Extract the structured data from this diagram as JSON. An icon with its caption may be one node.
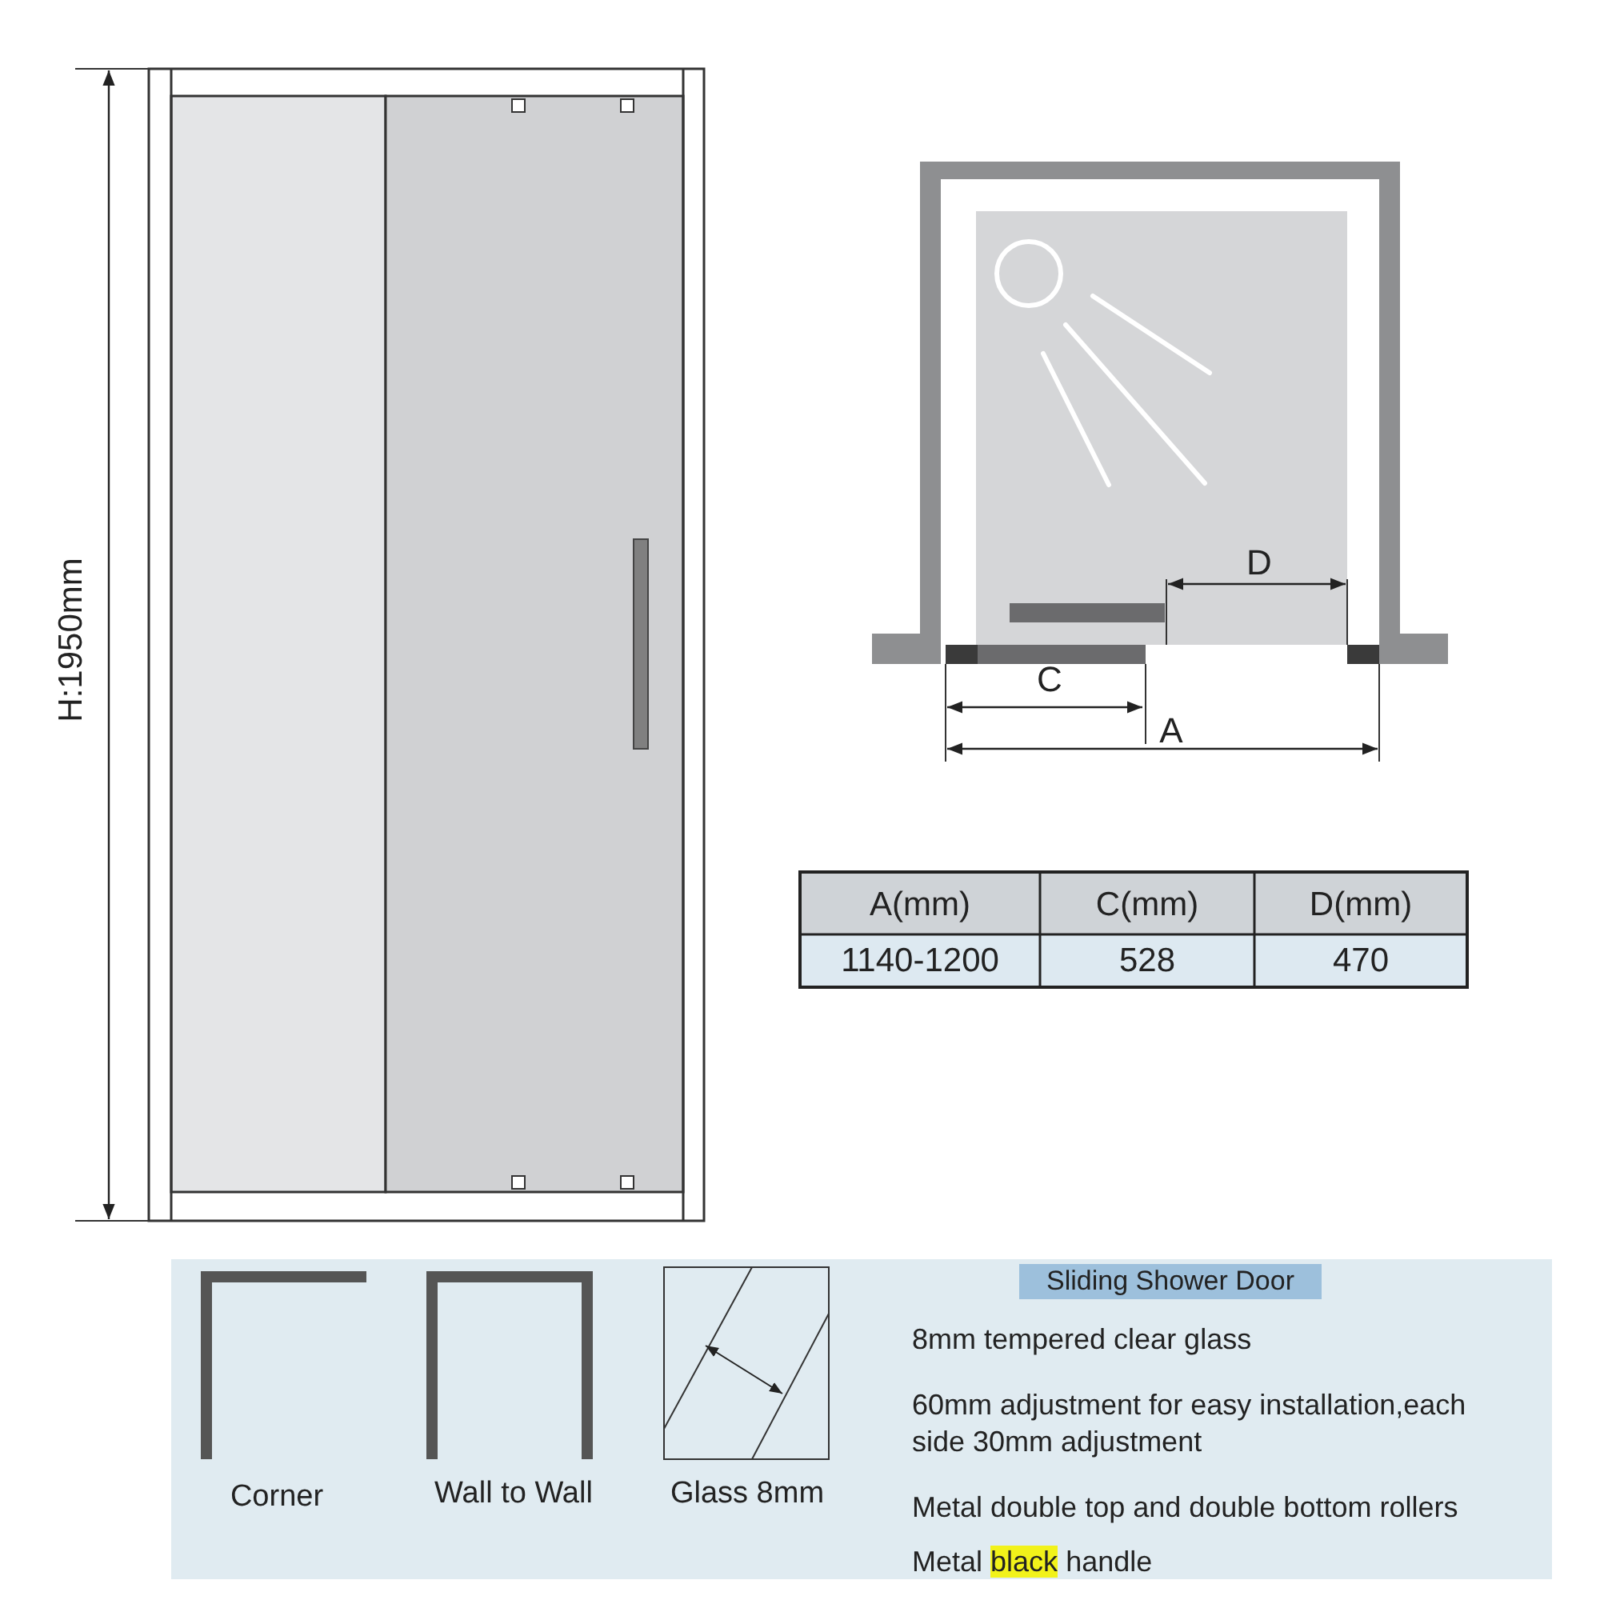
{
  "diagram": {
    "labels": [
      "H:1950mm",
      "D",
      "C",
      "A",
      "A(mm)",
      "C(mm)",
      "D(mm)",
      "1140-1200",
      "528",
      "470",
      "Corner",
      "Wall to Wall",
      "Glass 8mm",
      "Sliding Shower Door",
      "8mm tempered clear glass",
      "60mm adjustment for easy installation,each side 30mm adjustment",
      "Metal double top and double bottom rollers",
      "Metal **black** handle"
    ]
  }
}
